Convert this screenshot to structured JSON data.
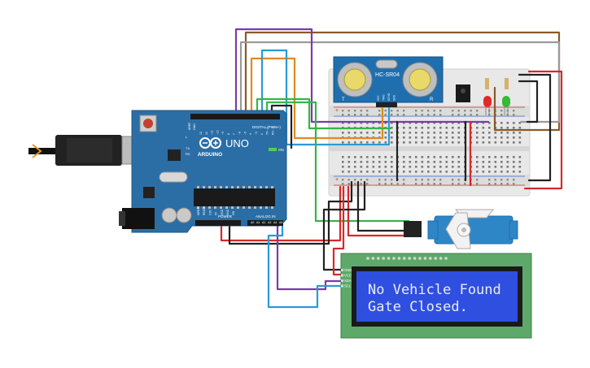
{
  "arduino": {
    "brand": "ARDUINO",
    "model": "UNO",
    "digital_header": "DIGITAL (PWM~)",
    "power_header": "POWER",
    "analog_header": "ANALOG IN",
    "on_label": "ON",
    "tx_label": "TX",
    "rx_label": "RX",
    "l_label": "L",
    "aref_label": "AREF",
    "gnd_label": "GND",
    "power_pins": [
      "IOREF",
      "RESET",
      "3.3V",
      "5V",
      "GND",
      "GND",
      "VIN"
    ],
    "analog_pins": [
      "A0",
      "A1",
      "A2",
      "A3",
      "A4",
      "A5"
    ],
    "digital_pins": [
      "13",
      "12",
      "~11",
      "~10",
      "~9",
      "8",
      "7",
      "~6",
      "~5",
      "4",
      "~3",
      "2",
      "TX→1",
      "RX←0"
    ]
  },
  "sensor": {
    "model": "HC-SR04",
    "left_mark": "T",
    "right_mark": "R",
    "pins": [
      "VCC",
      "TRIG",
      "ECHO",
      "GND"
    ]
  },
  "lcd": {
    "line1": "No Vehicle Found",
    "line2": "Gate Closed.",
    "pins": [
      "GND",
      "VCC",
      "SDA",
      "SCL"
    ]
  },
  "colors": {
    "board": "#2b6ea6",
    "lcd_screen": "#2f4fe0",
    "lcd_pcb": "#5ea96a",
    "servo": "#2f86c6",
    "breadboard": "#e6e6e6",
    "rail_red": "#d42a2a",
    "rail_blue": "#3a6fd4",
    "led_red": "#e02a2a",
    "led_green": "#33bb33"
  },
  "icons": {
    "usb": "usb-connector-icon",
    "power_jack": "dc-power-jack-icon",
    "reset": "reset-button-icon",
    "logo": "infinity-logo-icon"
  }
}
